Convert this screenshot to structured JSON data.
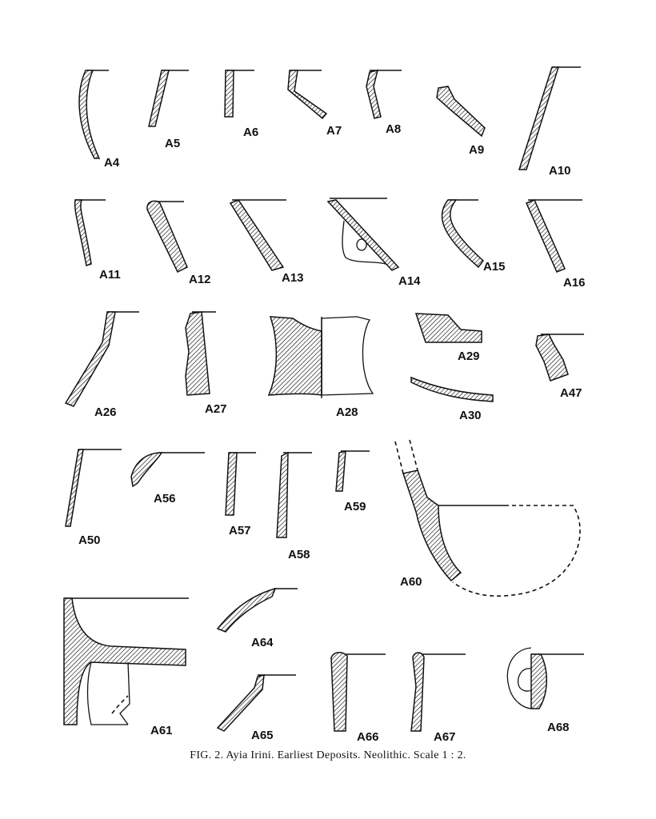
{
  "figure": {
    "caption": "FIG. 2.  Ayia Irini.  Earliest Deposits.  Neolithic.  Scale 1 : 2.",
    "labels": {
      "A4": "A4",
      "A5": "A5",
      "A6": "A6",
      "A7": "A7",
      "A8": "A8",
      "A9": "A9",
      "A10": "A10",
      "A11": "A11",
      "A12": "A12",
      "A13": "A13",
      "A14": "A14",
      "A15": "A15",
      "A16": "A16",
      "A26": "A26",
      "A27": "A27",
      "A28": "A28",
      "A29": "A29",
      "A30": "A30",
      "A47": "A47",
      "A50": "A50",
      "A56": "A56",
      "A57": "A57",
      "A58": "A58",
      "A59": "A59",
      "A60": "A60",
      "A61": "A61",
      "A64": "A64",
      "A65": "A65",
      "A66": "A66",
      "A67": "A67",
      "A68": "A68"
    }
  }
}
